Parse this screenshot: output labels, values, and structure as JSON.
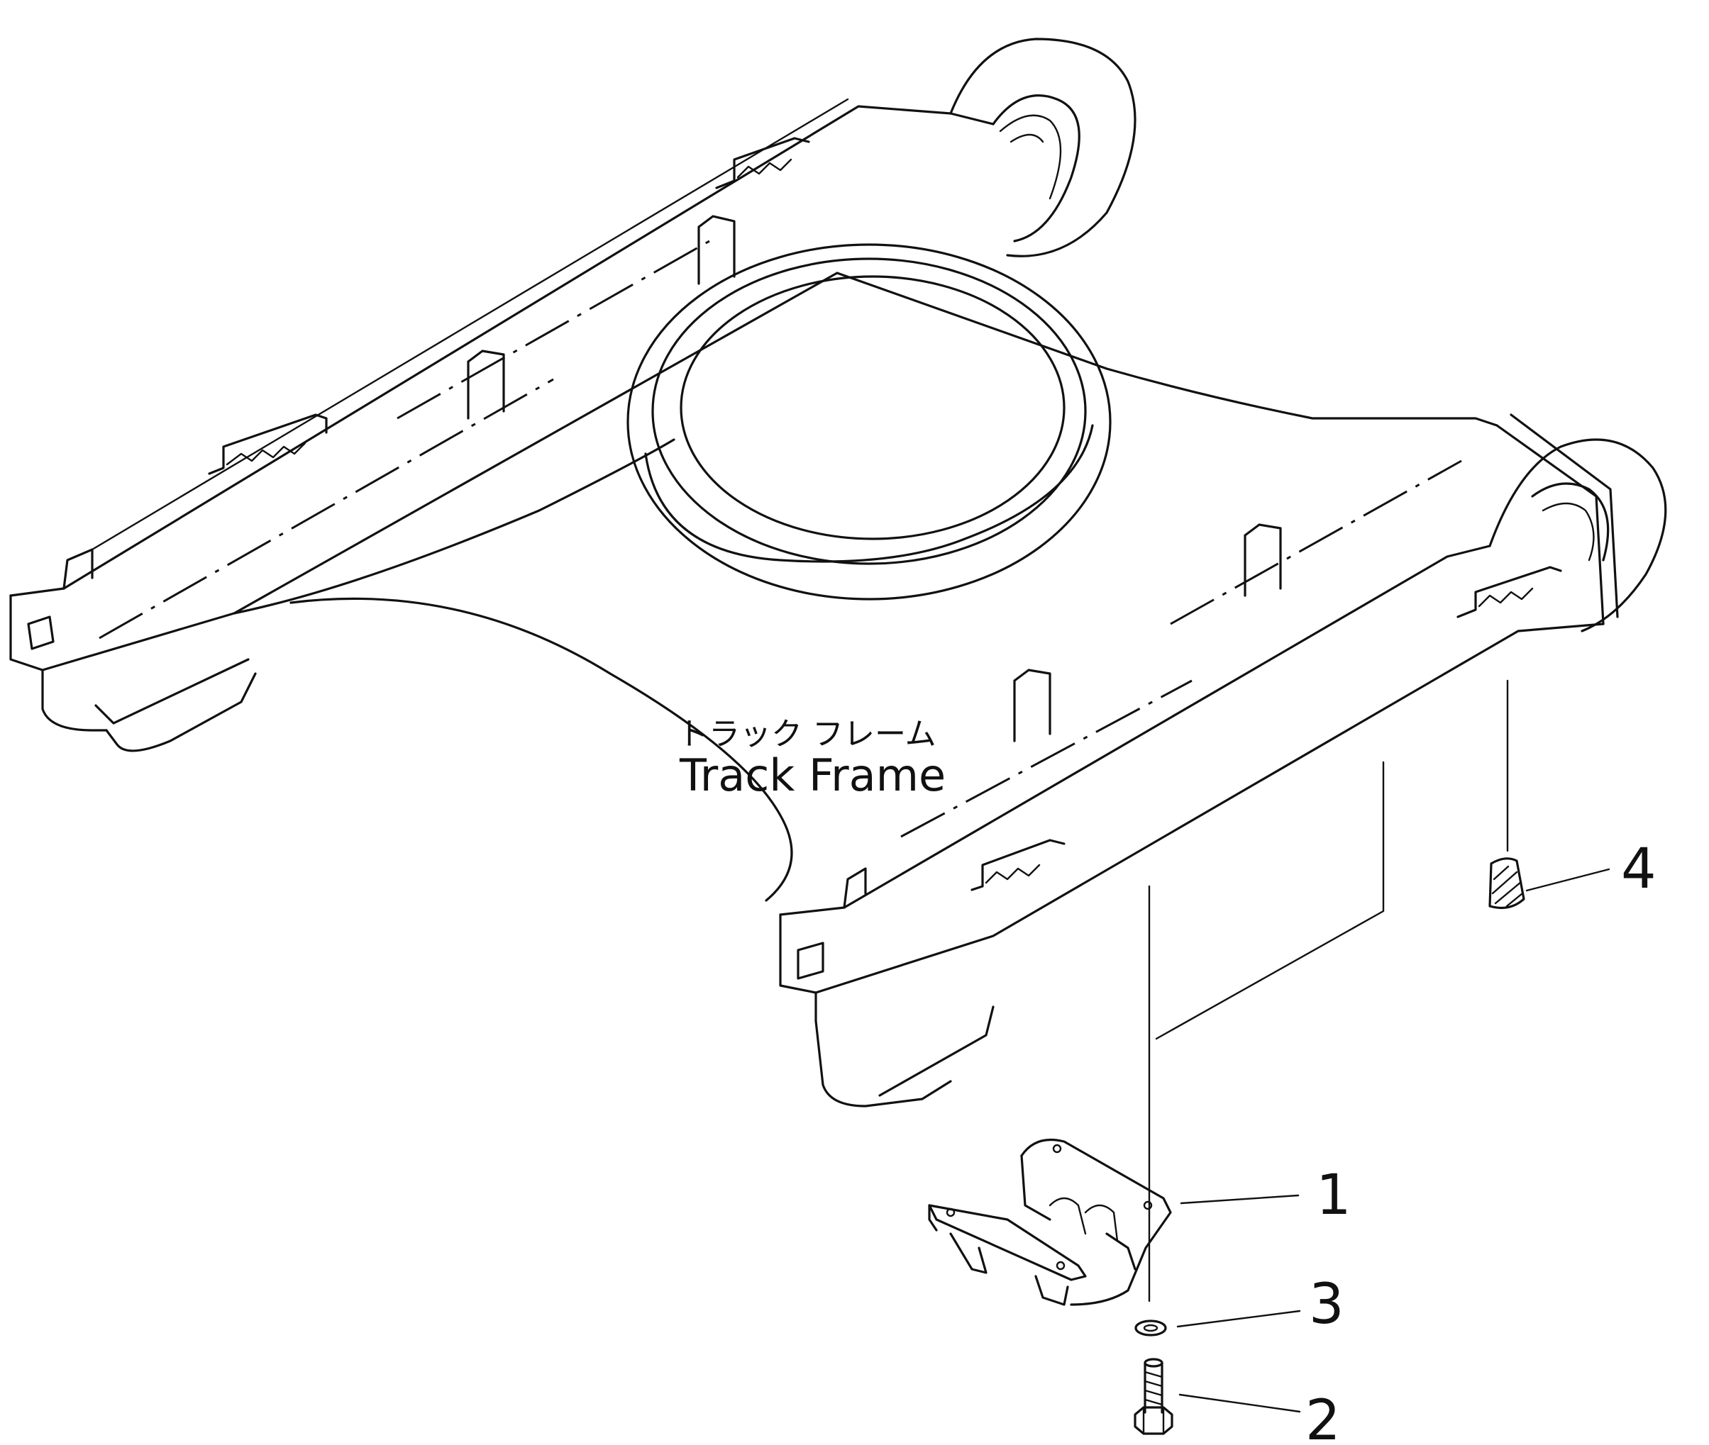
{
  "assembly": {
    "label_jp": "トラック フレーム",
    "label_en": "Track Frame"
  },
  "callouts": [
    {
      "number": "1",
      "part": "guard bracket"
    },
    {
      "number": "2",
      "part": "bolt"
    },
    {
      "number": "3",
      "part": "washer"
    },
    {
      "number": "4",
      "part": "plug"
    }
  ]
}
